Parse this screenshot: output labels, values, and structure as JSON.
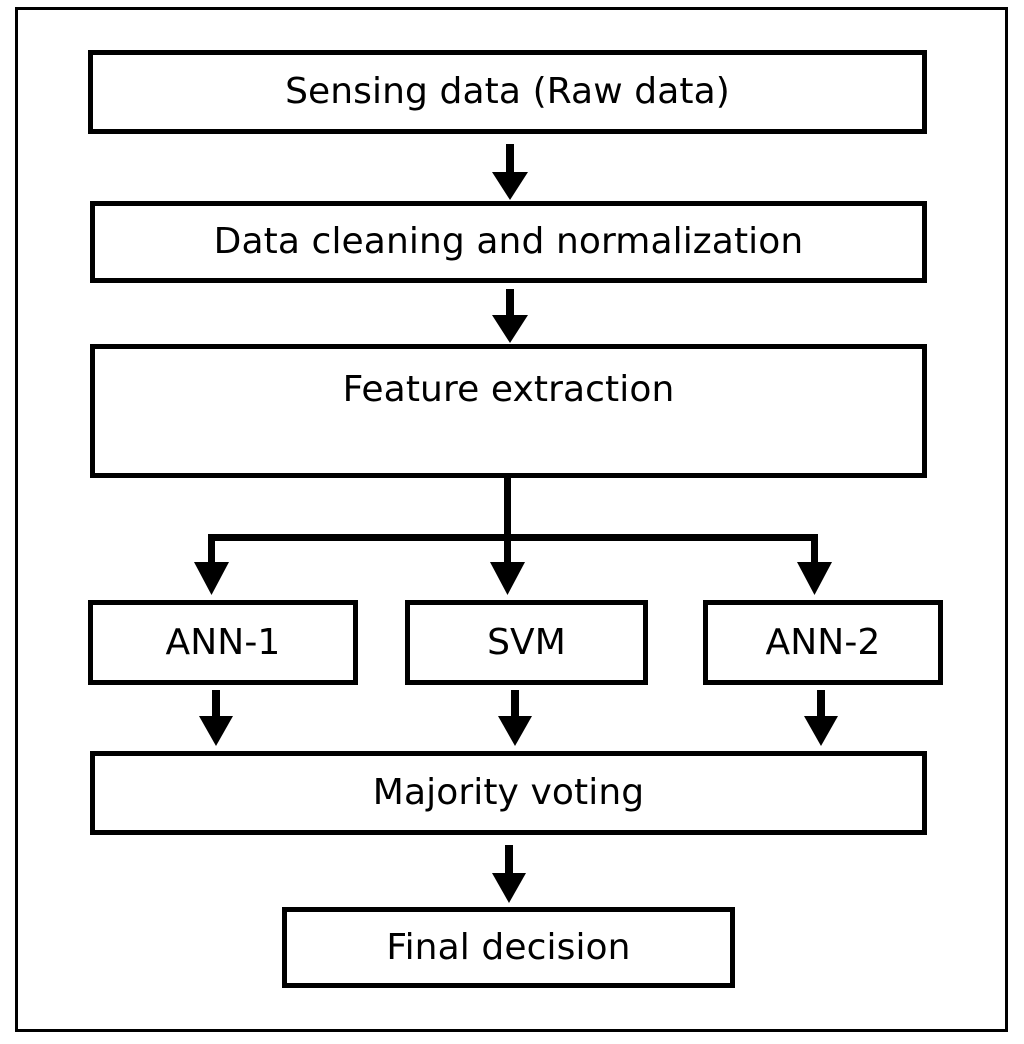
{
  "diagram": {
    "title": "Sensor data classification ensemble flowchart",
    "stroke_color": "#000000",
    "background_color": "#ffffff",
    "frame_border_color": "#000000",
    "nodes": [
      {
        "id": "sensing-data",
        "label": "Sensing data (Raw data)"
      },
      {
        "id": "data-cleaning",
        "label": "Data cleaning and normalization"
      },
      {
        "id": "feature-extraction",
        "label": "Feature extraction"
      },
      {
        "id": "ann-1",
        "label": "ANN-1"
      },
      {
        "id": "svm",
        "label": "SVM"
      },
      {
        "id": "ann-2",
        "label": "ANN-2"
      },
      {
        "id": "majority-voting",
        "label": "Majority voting"
      },
      {
        "id": "final-decision",
        "label": "Final decision"
      }
    ],
    "edges": [
      {
        "from": "sensing-data",
        "to": "data-cleaning",
        "kind": "arrow-down"
      },
      {
        "from": "data-cleaning",
        "to": "feature-extraction",
        "kind": "arrow-down"
      },
      {
        "from": "feature-extraction",
        "to": "ann-1",
        "kind": "branch-arrow-down"
      },
      {
        "from": "feature-extraction",
        "to": "svm",
        "kind": "arrow-down"
      },
      {
        "from": "feature-extraction",
        "to": "ann-2",
        "kind": "branch-arrow-down"
      },
      {
        "from": "ann-1",
        "to": "majority-voting",
        "kind": "arrow-down"
      },
      {
        "from": "svm",
        "to": "majority-voting",
        "kind": "arrow-down"
      },
      {
        "from": "ann-2",
        "to": "majority-voting",
        "kind": "arrow-down"
      },
      {
        "from": "majority-voting",
        "to": "final-decision",
        "kind": "arrow-down"
      }
    ]
  }
}
